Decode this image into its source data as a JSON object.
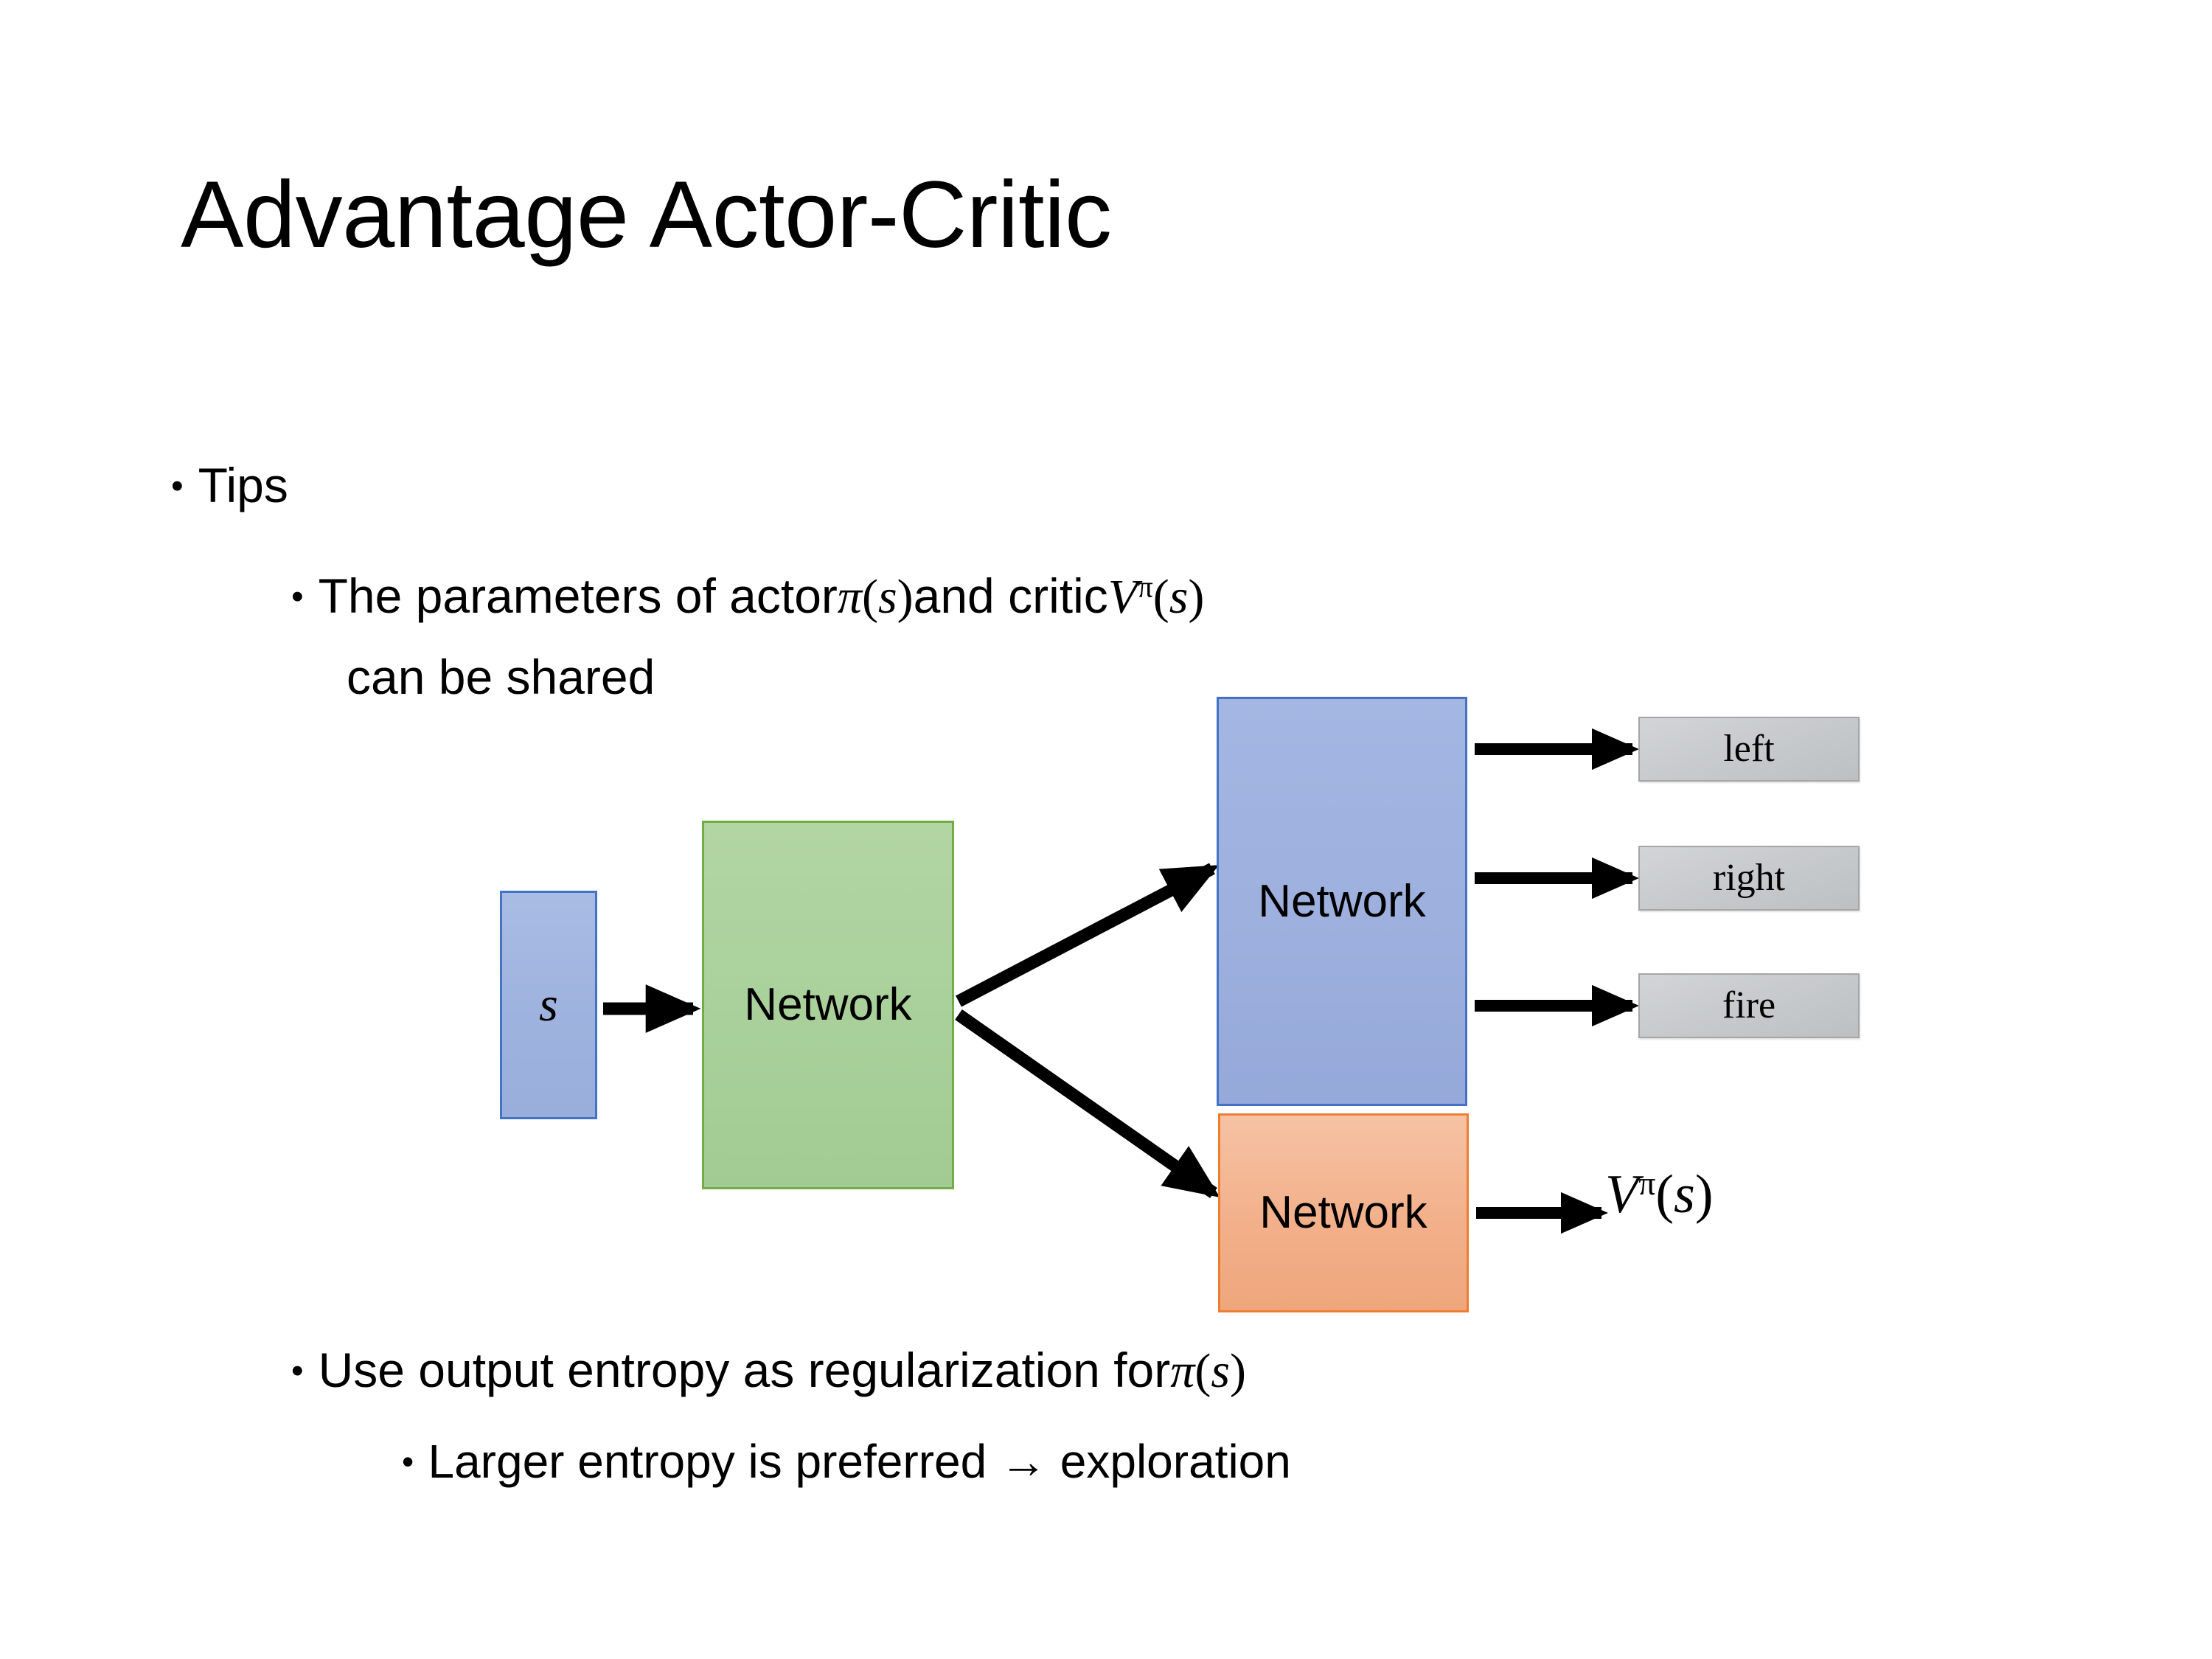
{
  "slide": {
    "title": "Advantage Actor-Critic",
    "bullet_marker": "•"
  },
  "bullets": {
    "tips": "Tips",
    "params_line1_pre": "The parameters of actor ",
    "params_pi": "π",
    "params_mid": "  and critic ",
    "params_V": "V",
    "params_sup": "π",
    "params_line2": "can be shared",
    "entropy_pre": "Use output entropy as regularization for ",
    "entropy_pi": "π",
    "larger": "Larger entropy is preferred → exploration",
    "paren_open": "(",
    "paren_close": ")",
    "s_var": "s"
  },
  "diagram": {
    "state_label": "s",
    "shared_network_label": "Network",
    "actor_network_label": "Network",
    "critic_network_label": "Network",
    "actions": [
      {
        "label": "left"
      },
      {
        "label": "right"
      },
      {
        "label": "fire"
      }
    ],
    "critic_output": {
      "V": "V",
      "sup": "π",
      "paren_open": "(",
      "s": "s",
      "paren_close": ")"
    },
    "colors": {
      "state_fill": "#9FB3DF",
      "state_border": "#4472C4",
      "shared_fill": "#A9D09A",
      "shared_border": "#70AD47",
      "actor_fill": "#9DB0DE",
      "actor_border": "#4472C4",
      "critic_fill": "#F2B08A",
      "critic_border": "#ED7D31",
      "action_fill": "#C8CBCE",
      "action_border": "#A6A6A6",
      "arrow": "#000000",
      "text": "#000000",
      "background": "#FFFFFF"
    }
  }
}
